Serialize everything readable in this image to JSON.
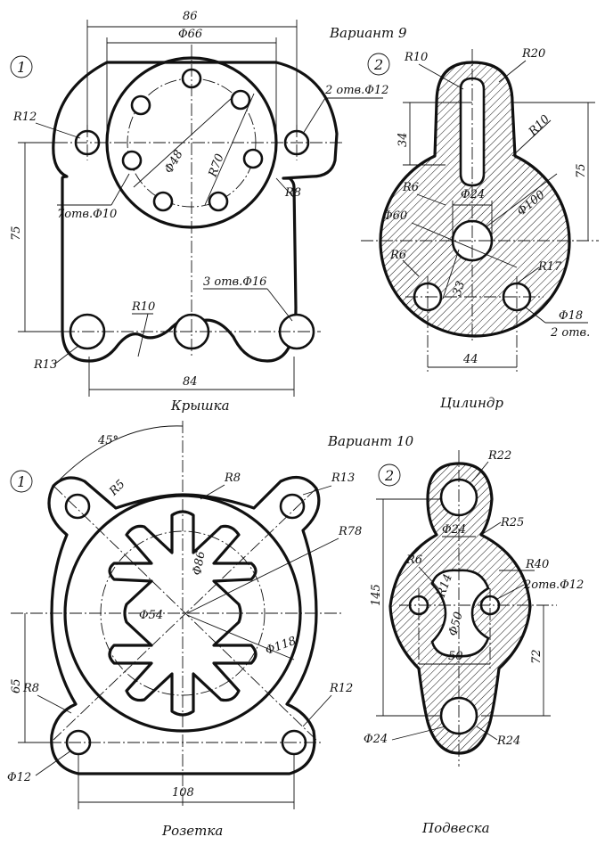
{
  "variants": {
    "v9": "Вариант 9",
    "v10": "Вариант 10"
  },
  "part_numbers": {
    "one": "1",
    "two": "2"
  },
  "captions": {
    "kryshka": "Крышка",
    "cilindr": "Цилиндр",
    "rozetka": "Розетка",
    "podveska": "Подвеска"
  },
  "kryshka": {
    "d86": "86",
    "d66": "Φ66",
    "d48": "Φ48",
    "r70": "R70",
    "r12": "R12",
    "holes12": "2 отв.Φ12",
    "r8": "R8",
    "holes10": "7отв.Φ10",
    "d75": "75",
    "holes16": "3 отв.Φ16",
    "r10": "R10",
    "r13": "R13",
    "d84": "84"
  },
  "cilindr": {
    "r10a": "R10",
    "r20": "R20",
    "r10b": "R10",
    "d34": "34",
    "d75": "75",
    "r6a": "R6",
    "d24": "Φ24",
    "d100": "Φ100",
    "d60": "Φ60",
    "r6b": "R6",
    "d33": "33",
    "r17": "R17",
    "d18": "Φ18",
    "holes2": "2 отв.",
    "d44": "44"
  },
  "rozetka": {
    "a45": "45°",
    "r5": "R5",
    "r8a": "R8",
    "r13": "R13",
    "r78": "R78",
    "d86": "Φ86",
    "d54": "Φ54",
    "d118": "Φ118",
    "d65": "65",
    "r8b": "R8",
    "r12": "R12",
    "d12": "Φ12",
    "d108": "108"
  },
  "podveska": {
    "r22": "R22",
    "d24a": "Φ24",
    "r25": "R25",
    "r6": "R6",
    "r14": "R14",
    "r40": "R40",
    "holes12": "2отв.Φ12",
    "d145": "145",
    "d50a": "Φ50",
    "d50b": "50",
    "d72": "72",
    "d24b": "Φ24",
    "r24": "R24"
  }
}
